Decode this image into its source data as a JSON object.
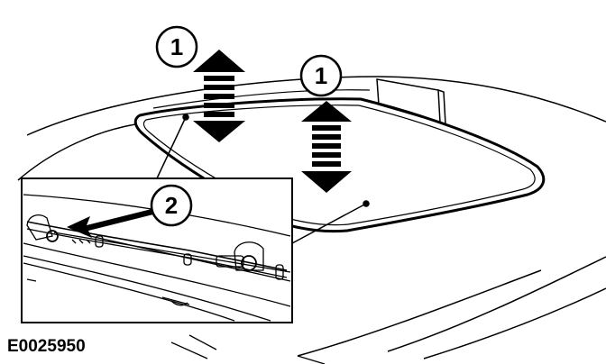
{
  "figure": {
    "code": "E0025950",
    "callouts": [
      {
        "id": "callout-1a",
        "label": "1"
      },
      {
        "id": "callout-1b",
        "label": "1"
      },
      {
        "id": "callout-2",
        "label": "2"
      }
    ]
  }
}
